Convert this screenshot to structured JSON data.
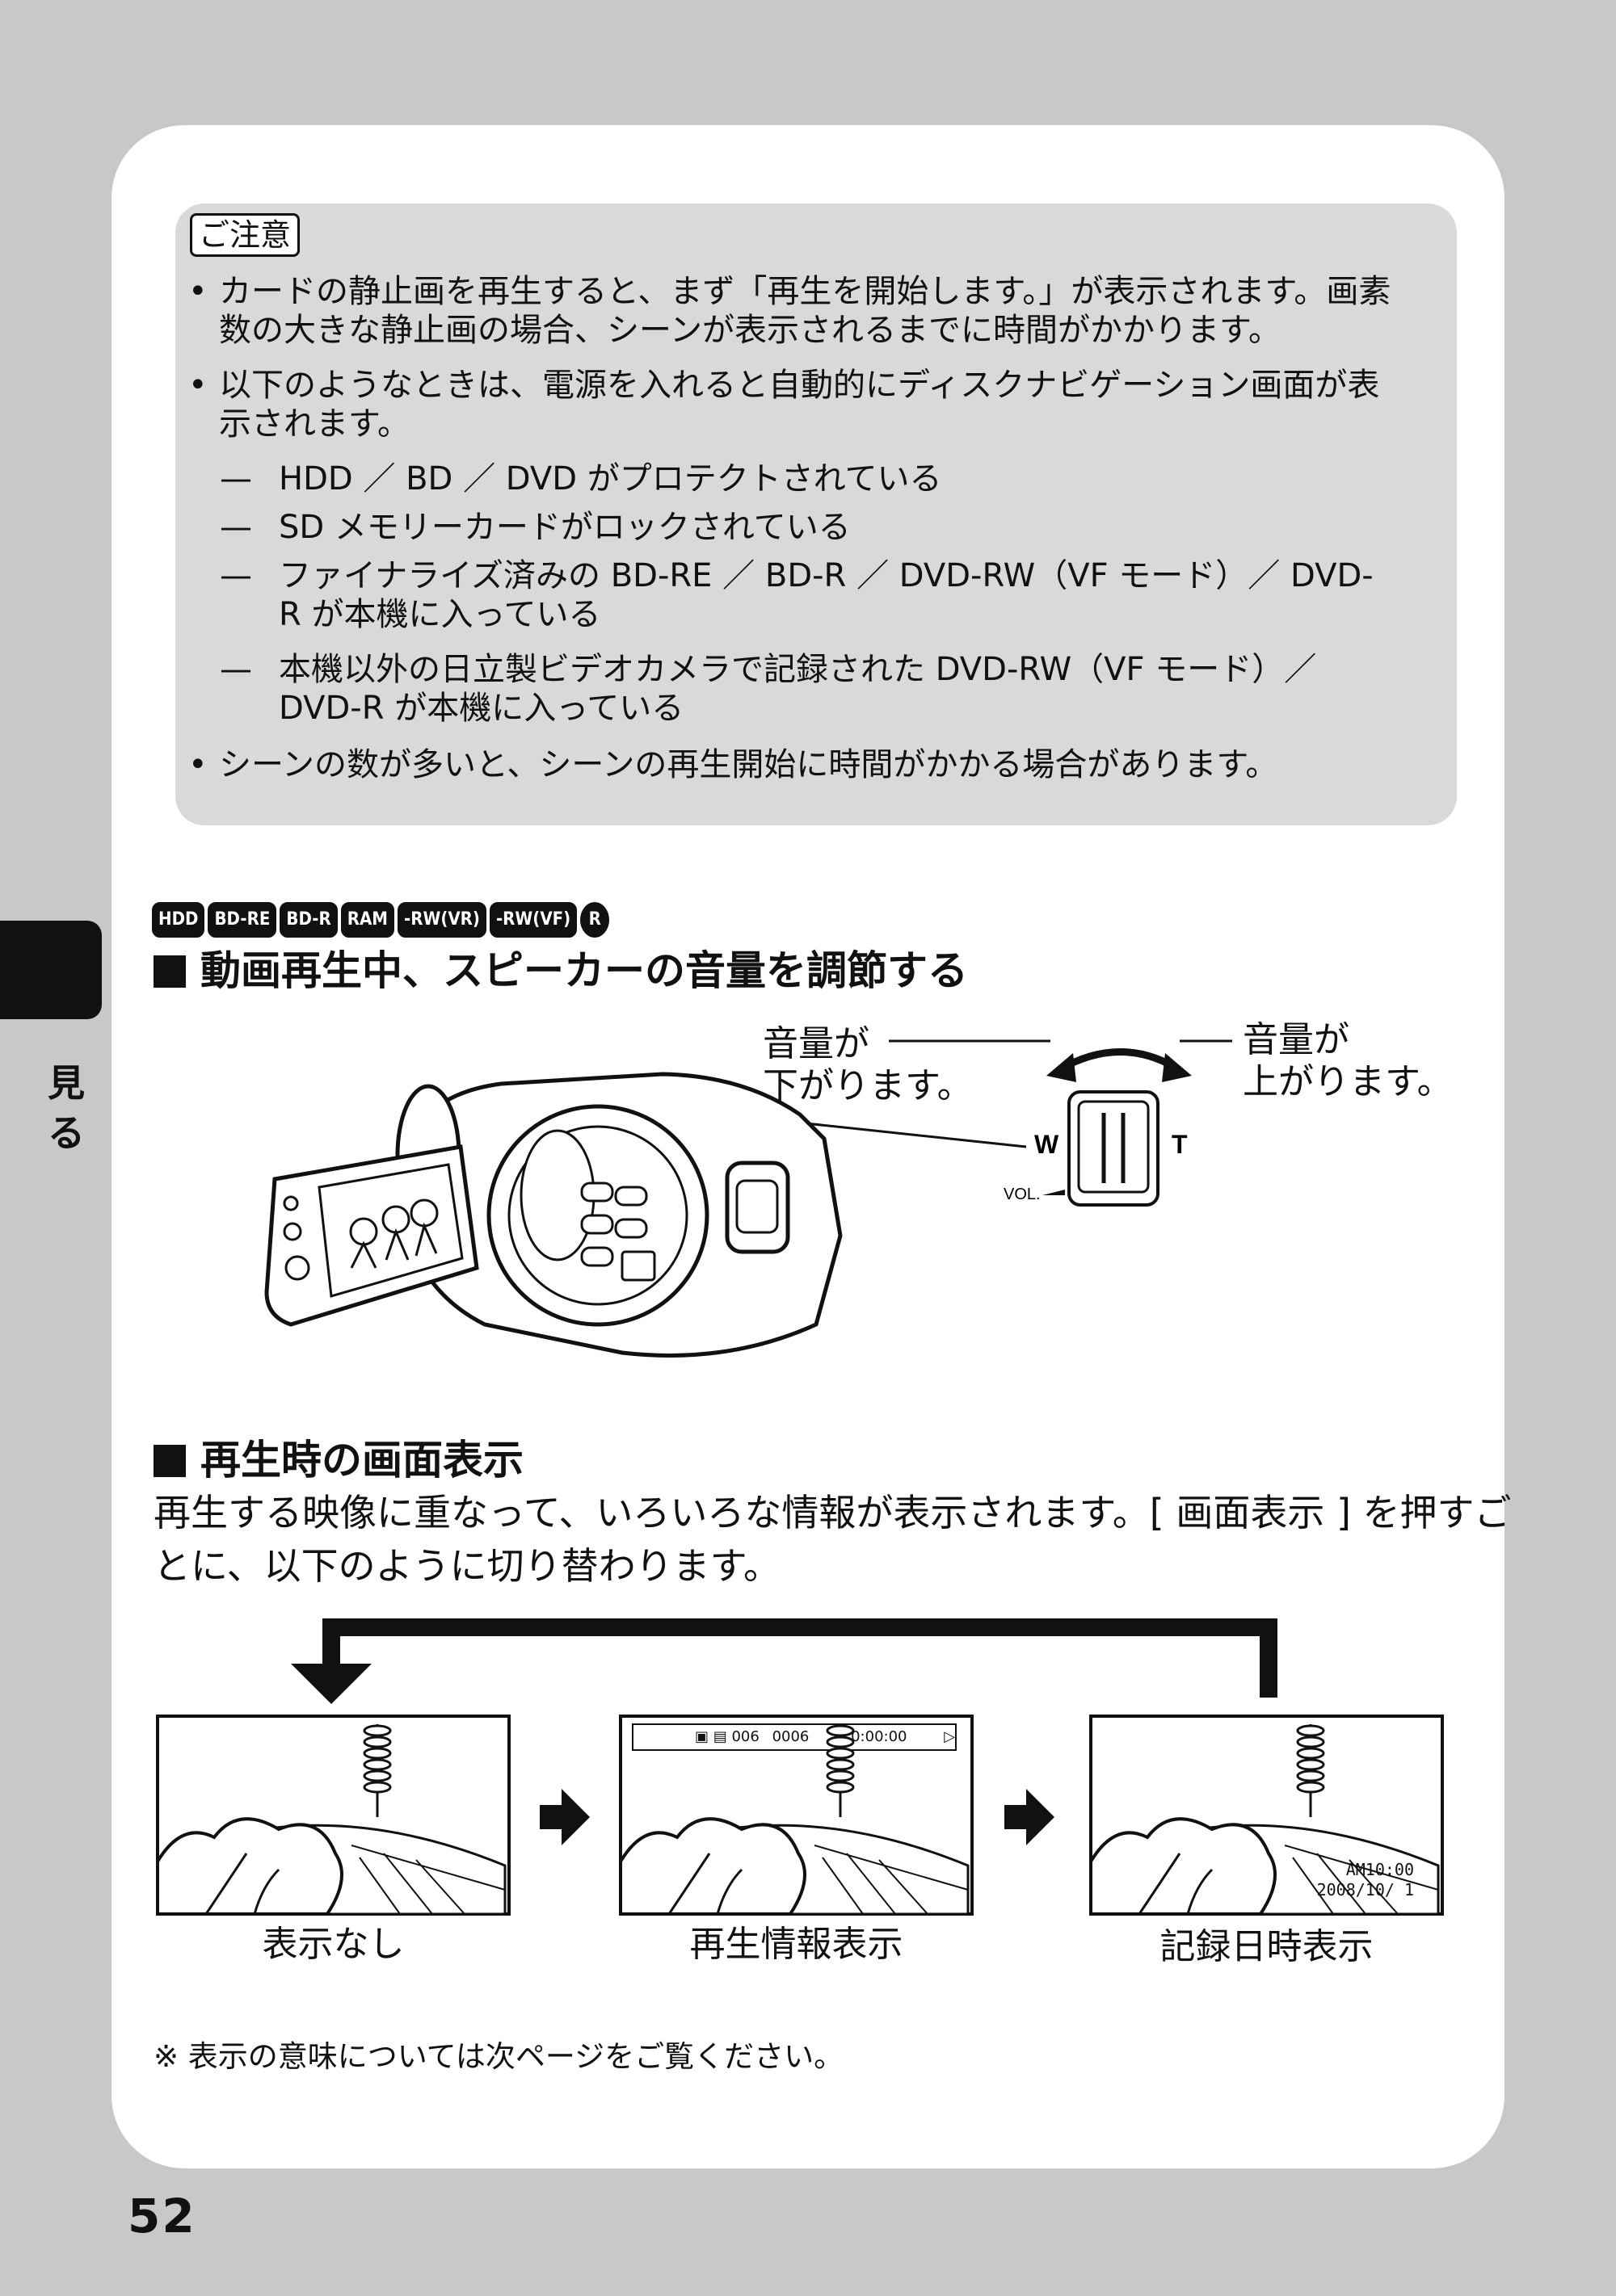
{
  "side_tab": {
    "label": "見る"
  },
  "page_number": "52",
  "caution": {
    "label": "ご注意",
    "items": [
      {
        "type": "bullet",
        "lines": [
          "カードの静止画を再生すると、まず「再生を開始します。」が表示されます。画素",
          "数の大きな静止画の場合、シーンが表示されるまでに時間がかかります。"
        ]
      },
      {
        "type": "bullet",
        "lines": [
          "以下のようなときは、電源を入れると自動的にディスクナビゲーション画面が表",
          "示されます。"
        ]
      },
      {
        "type": "dash",
        "lines": [
          "HDD ／ BD ／ DVD がプロテクトされている"
        ]
      },
      {
        "type": "dash",
        "lines": [
          "SD メモリーカードがロックされている"
        ]
      },
      {
        "type": "dash",
        "lines": [
          "ファイナライズ済みの BD-RE ／ BD-R ／ DVD-RW（VF モード）／ DVD-",
          "R が本機に入っている"
        ]
      },
      {
        "type": "dash",
        "lines": [
          "本機以外の日立製ビデオカメラで記録された DVD-RW（VF モード）／",
          "DVD-R が本機に入っている"
        ]
      },
      {
        "type": "bullet",
        "lines": [
          "シーンの数が多いと、シーンの再生開始に時間がかかる場合があります。"
        ]
      }
    ],
    "bullet_symbol": "•",
    "dash_symbol": "—"
  },
  "media_badges": [
    "HDD",
    "BD-RE",
    "BD-R",
    "RAM",
    "-RW(VR)",
    "-RW(VF)",
    "R"
  ],
  "section1": {
    "heading": "動画再生中、スピーカーの音量を調節する",
    "volume_down": [
      "音量が",
      "下がります。"
    ],
    "volume_up": [
      "音量が",
      "上がります。"
    ],
    "lever_w": "W",
    "lever_t": "T",
    "lever_vol": "VOL."
  },
  "section2": {
    "heading": "再生時の画面表示",
    "body": [
      "再生する映像に重なって、いろいろな情報が表示されます。[ 画面表示 ] を押すご",
      "とに、以下のように切り替わります。"
    ],
    "screens": [
      {
        "caption": "表示なし"
      },
      {
        "caption": "再生情報表示",
        "osd": [
          "006",
          "0006",
          "0:00:00"
        ]
      },
      {
        "caption": "記録日時表示",
        "datetime": [
          "AM10:00",
          "2008/10/ 1"
        ]
      }
    ]
  },
  "footnote": "※ 表示の意味については次ページをご覧ください。"
}
